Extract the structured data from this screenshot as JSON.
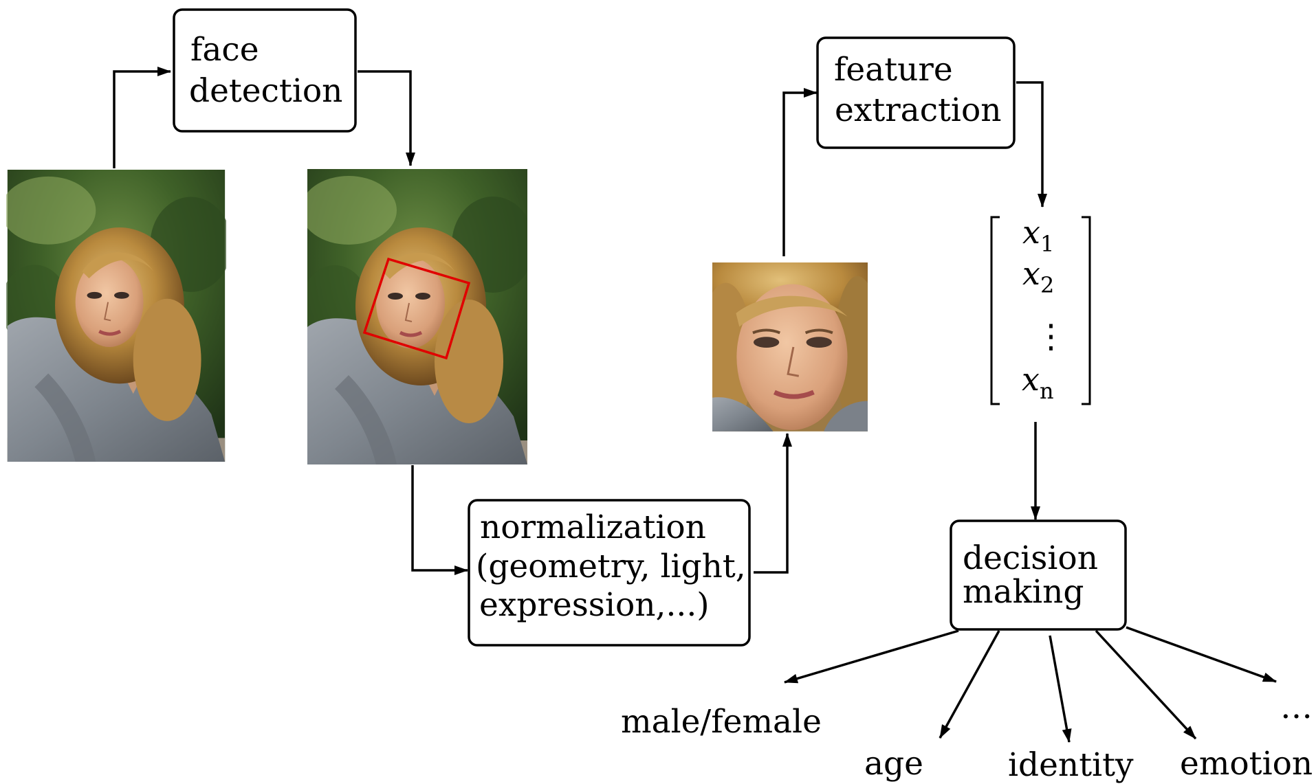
{
  "nodes": {
    "face_detection": {
      "line1": "face",
      "line2": "detection"
    },
    "feature_extraction": {
      "line1": "feature",
      "line2": "extraction"
    },
    "normalization": {
      "line1": "normalization",
      "line2": "(geometry, light,",
      "line3": "expression,...)"
    },
    "decision_making": {
      "line1": "decision",
      "line2": "making"
    }
  },
  "vector": {
    "x1": {
      "base": "x",
      "sub": "1"
    },
    "x2": {
      "base": "x",
      "sub": "2"
    },
    "dots": "⋮",
    "xn": {
      "base": "x",
      "sub": "n"
    }
  },
  "outputs": {
    "male_female": "male/female",
    "age": "age",
    "identity": "identity",
    "emotion": "emotion",
    "more": "…"
  },
  "images": {
    "original_photo": "portrait-photo",
    "detected_photo": "portrait-photo-with-detection-box",
    "detection_box_color": "#e00000",
    "normalized_face": "cropped-face"
  }
}
